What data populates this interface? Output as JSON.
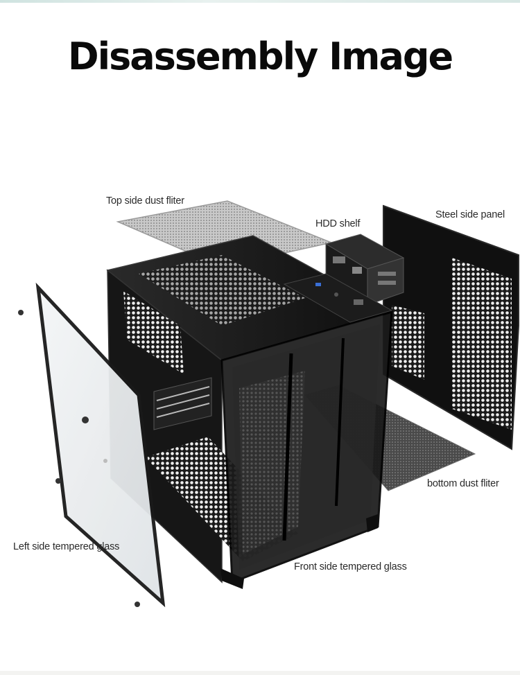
{
  "title": "Disassembly Image",
  "labels": {
    "top_filter": "Top side dust fliter",
    "hdd_shelf": "HDD shelf",
    "steel_panel": "Steel side panel",
    "bottom_filter": "bottom dust fliter",
    "left_glass": "Left side tempered glass",
    "front_glass": "Front side tempered glass"
  },
  "colors": {
    "case_body": "#141414",
    "mesh": "#2b2b2b",
    "glass": "#e9ecee"
  }
}
